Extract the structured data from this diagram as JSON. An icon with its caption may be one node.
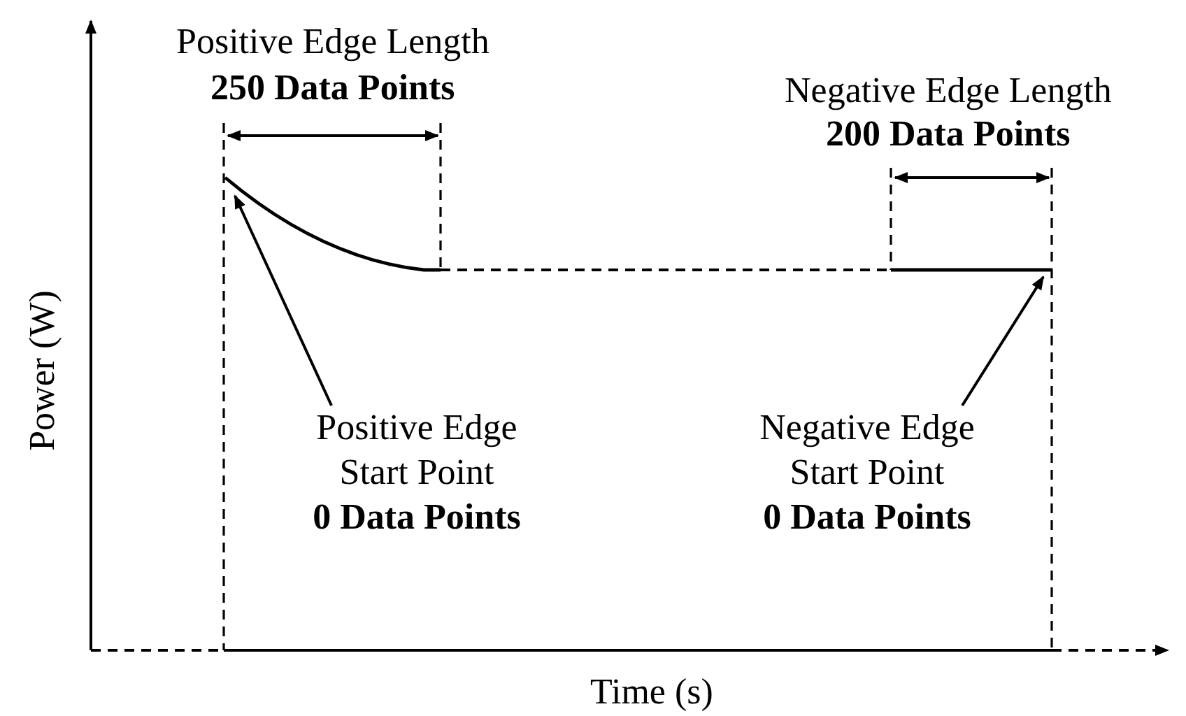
{
  "diagram": {
    "nodes": [
      {
        "text": [
          "Positive Edge Start Point",
          "0 Data Points"
        ]
      },
      {
        "text": [
          "Negative Edge Start Point",
          "0 Data Points"
        ]
      }
    ],
    "edges": [
      {
        "from": 0,
        "to": null,
        "arrow": "to"
      },
      {
        "from": 1,
        "to": null,
        "arrow": "to"
      }
    ],
    "labels": [
      "Positive Edge Length",
      "250 Data Points",
      "Negative Edge Length",
      "200 Data Points",
      "Power (W)",
      "Time (s)"
    ]
  }
}
